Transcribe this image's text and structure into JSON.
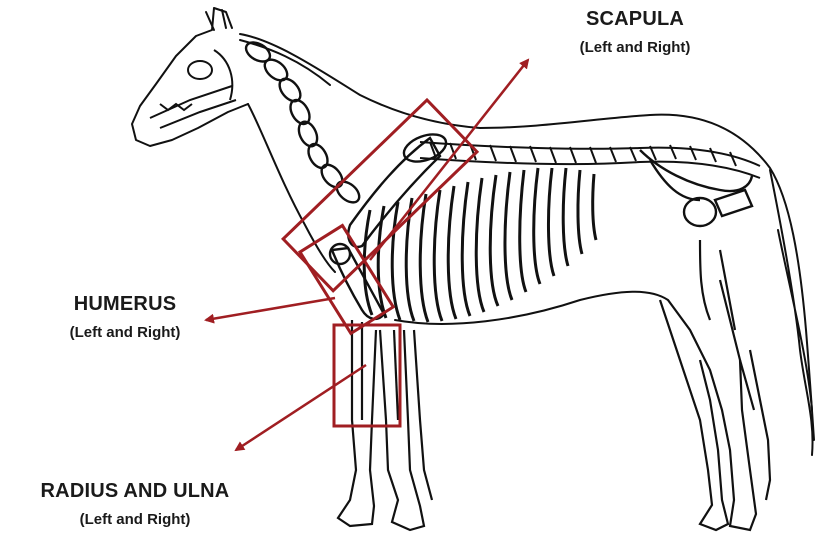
{
  "labels": {
    "scapula": {
      "name": "SCAPULA",
      "sub": "(Left and Right)"
    },
    "humerus": {
      "name": "HUMERUS",
      "sub": "(Left and Right)"
    },
    "radius_ulna": {
      "name": "RADIUS AND ULNA",
      "sub": "(Left and Right)"
    }
  },
  "colors": {
    "highlight": "#a01e22",
    "line": "#111111",
    "background": "#ffffff"
  },
  "figure": {
    "subject": "horse-skeleton-icon"
  }
}
